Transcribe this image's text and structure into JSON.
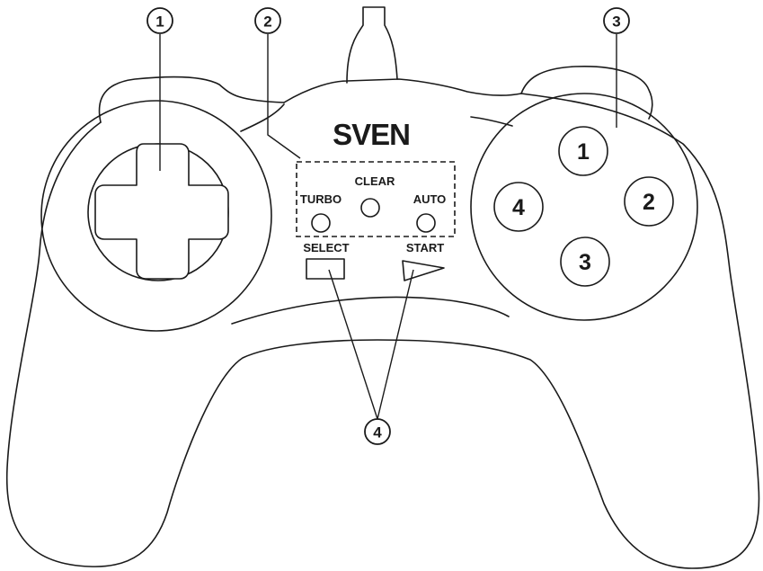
{
  "brand": {
    "name": "SVEN"
  },
  "callouts": [
    {
      "id": "callout-1",
      "label": "1"
    },
    {
      "id": "callout-2",
      "label": "2"
    },
    {
      "id": "callout-3",
      "label": "3"
    },
    {
      "id": "callout-4",
      "label": "4"
    }
  ],
  "mode_panel": {
    "turbo_label": "TURBO",
    "clear_label": "CLEAR",
    "auto_label": "AUTO"
  },
  "system_buttons": {
    "select_label": "SELECT",
    "start_label": "START"
  },
  "action_buttons": [
    {
      "label": "1"
    },
    {
      "label": "2"
    },
    {
      "label": "3"
    },
    {
      "label": "4"
    }
  ],
  "colors": {
    "stroke": "#1a1a1a",
    "background": "#ffffff"
  }
}
